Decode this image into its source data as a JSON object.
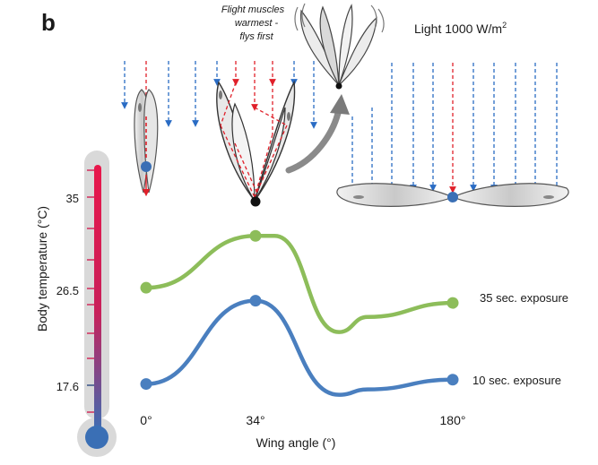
{
  "panel_label": "b",
  "annotation": {
    "line1": "Flight muscles",
    "line2": "warmest -",
    "line3": "flys first"
  },
  "light": {
    "label": "Light 1000 W/m",
    "superscript": "2"
  },
  "thermometer": {
    "axis_label": "Body temperature (°C)",
    "ticks": [
      "35",
      "26.5",
      "17.6"
    ],
    "gradient_top": "#e8174b",
    "gradient_bottom": "#3a6fb5"
  },
  "chart_data": {
    "type": "line",
    "xlabel": "Wing angle (°)",
    "ylabel": "Body temperature (°C)",
    "x_tick_labels": [
      "0°",
      "34°",
      "180°"
    ],
    "y_ticks": [
      17.6,
      26.5,
      35
    ],
    "series": [
      {
        "name": "35 sec. exposure",
        "color": "#8dbd5a",
        "points": [
          {
            "x": 0,
            "y": 26.7,
            "marker": true
          },
          {
            "x": 34,
            "y": 31.5,
            "marker": true
          },
          {
            "x": 40,
            "y": 31.5,
            "marker": false
          },
          {
            "x": 60,
            "y": 22.6,
            "marker": false
          },
          {
            "x": 80,
            "y": 24.0,
            "marker": false
          },
          {
            "x": 180,
            "y": 25.3,
            "marker": true
          }
        ]
      },
      {
        "name": "10 sec. exposure",
        "color": "#4a7fbf",
        "points": [
          {
            "x": 0,
            "y": 17.8,
            "marker": true
          },
          {
            "x": 34,
            "y": 25.5,
            "marker": true
          },
          {
            "x": 60,
            "y": 16.8,
            "marker": false
          },
          {
            "x": 80,
            "y": 17.3,
            "marker": false
          },
          {
            "x": 180,
            "y": 18.2,
            "marker": true
          }
        ]
      }
    ]
  },
  "colors": {
    "ray_blue": "#2a6cc4",
    "ray_red": "#e0202a",
    "arrow_gray": "#7a7a7a"
  }
}
